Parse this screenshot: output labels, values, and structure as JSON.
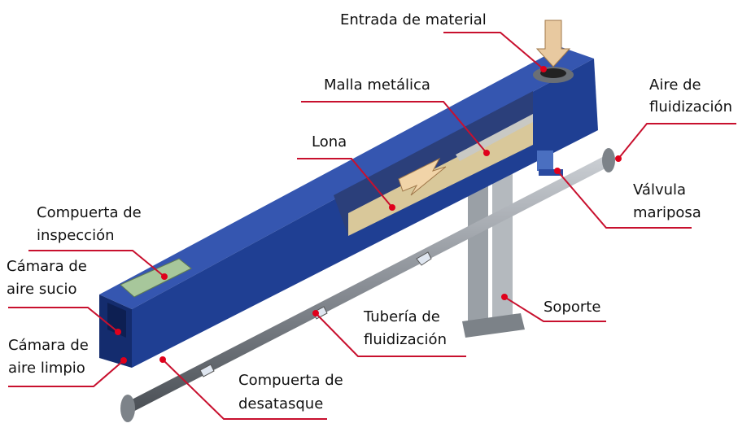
{
  "title": "Aerodeslizador (transportador neumático)",
  "colors": {
    "body": "#1f3f93",
    "leader": "#c8102e",
    "pipe": "#8a8f96",
    "lona": "#d9c89a"
  },
  "labels": {
    "entrada": "Entrada de material",
    "malla": "Malla metálica",
    "lona": "Lona",
    "aire_1": "Aire de",
    "aire_2": "fluidización",
    "valvula_1": "Válvula",
    "valvula_2": "mariposa",
    "compuerta_insp_1": "Compuerta de",
    "compuerta_insp_2": "inspección",
    "sucio_1": "Cámara de",
    "sucio_2": "aire sucio",
    "limpio_1": "Cámara de",
    "limpio_2": "aire limpio",
    "soporte": "Soporte",
    "tuberia_1": "Tubería de",
    "tuberia_2": "fluidización",
    "desatasque_1": "Compuerta de",
    "desatasque_2": "desatasque"
  }
}
